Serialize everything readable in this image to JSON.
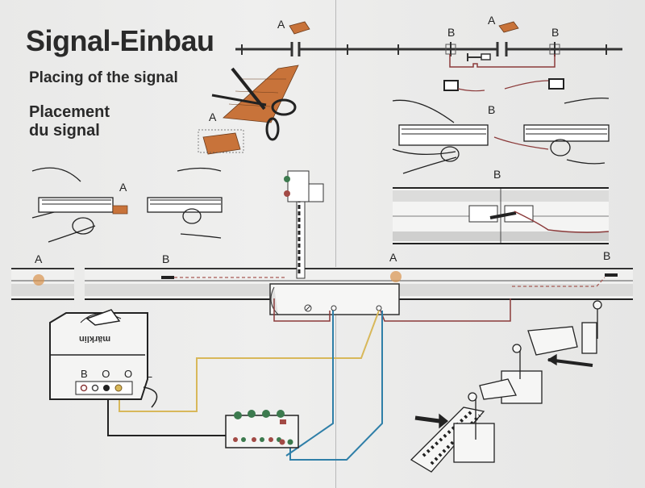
{
  "document": {
    "title": "Signal-Einbau",
    "subtitle_en": "Placing of the signal",
    "subtitle_fr_line1": "Placement",
    "subtitle_fr_line2": "du signal"
  },
  "labels": {
    "a_scissors": "A",
    "a_top_left": "A",
    "a_top_right": "A",
    "b_top_1": "B",
    "b_top_2": "B",
    "a_hands_left": "A",
    "b_hands_right": "B",
    "b_track_closeup": "B",
    "a_track_left": "A",
    "b_track_left": "B",
    "a_track_right": "A",
    "b_track_right": "B"
  },
  "transformer": {
    "brand": "märklin",
    "terminals": "B O O L"
  },
  "colors": {
    "insulator": "#c8733a",
    "wire_red": "#8b3a3a",
    "wire_yellow": "#d8b85a",
    "wire_blue": "#2f7fa8",
    "ink": "#2a2a2a",
    "lamp_green": "#3c7a4e",
    "lamp_red": "#a24a45"
  }
}
